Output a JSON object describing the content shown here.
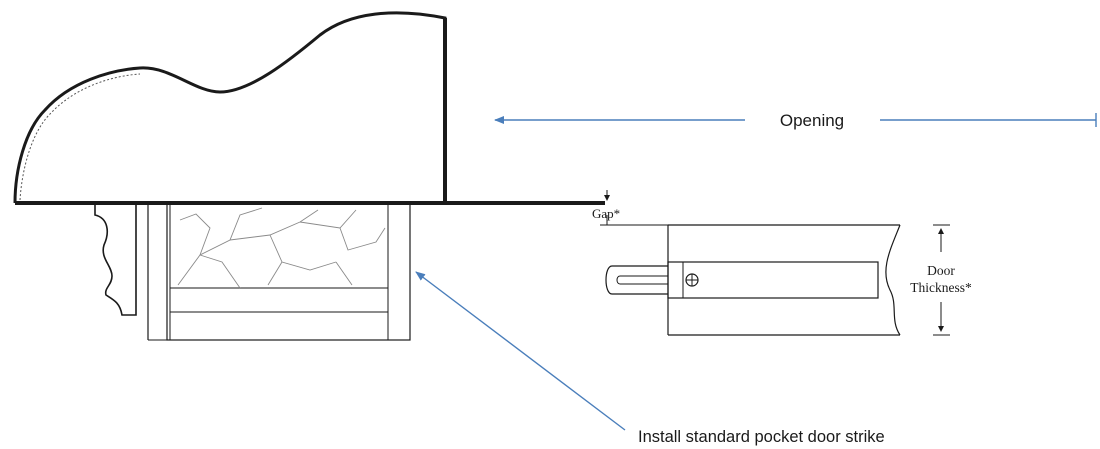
{
  "labels": {
    "opening": "Opening",
    "gap": "Gap*",
    "door": "Door",
    "thickness": "Thickness*",
    "callout": "Install standard pocket door strike"
  },
  "colors": {
    "arrow": "#4a7ebb",
    "line": "#1a1a1a",
    "crack": "#8a8a8a"
  }
}
